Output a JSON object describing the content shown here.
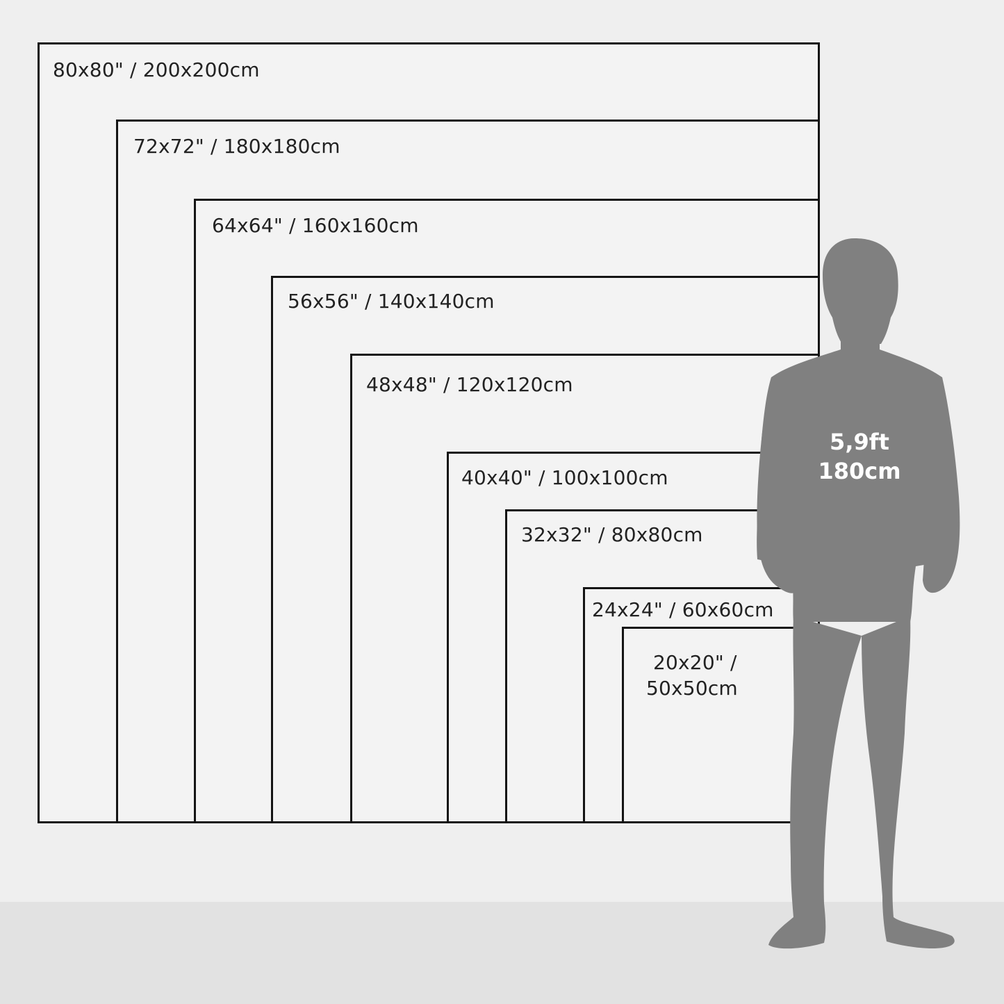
{
  "frames": [
    {
      "label": "80x80\" / 200x200cm"
    },
    {
      "label": "72x72\" / 180x180cm"
    },
    {
      "label": "64x64\" / 160x160cm"
    },
    {
      "label": "56x56\" / 140x140cm"
    },
    {
      "label": "48x48\" / 120x120cm"
    },
    {
      "label": "40x40\" / 100x100cm"
    },
    {
      "label": "32x32\" / 80x80cm"
    },
    {
      "label": "24x24\" / 60x60cm"
    },
    {
      "label_line1": "20x20\" /",
      "label_line2": "50x50cm"
    }
  ],
  "person": {
    "height_ft": "5,9ft",
    "height_cm": "180cm"
  },
  "colors": {
    "wall": "#efefef",
    "floor": "#e2e2e2",
    "frame_stroke": "#141414",
    "silhouette": "#808080",
    "person_text": "#ffffff"
  }
}
